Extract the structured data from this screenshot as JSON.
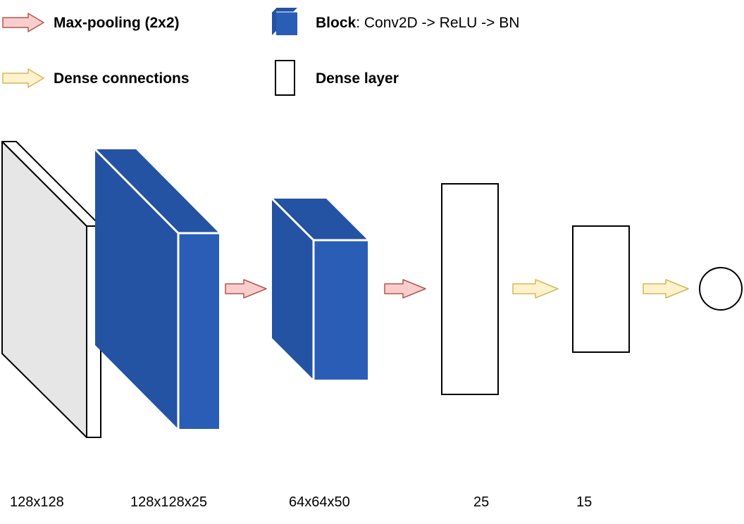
{
  "legend": {
    "maxpool": {
      "label": "Max-pooling (2x2)"
    },
    "dense_conn": {
      "label": "Dense connections"
    },
    "block": {
      "label_bold": "Block",
      "label_rest": ": Conv2D ->  ReLU -> BN"
    },
    "dense_layer": {
      "label": "Dense layer"
    }
  },
  "dimensions": {
    "input": "128x128",
    "block1": "128x128x25",
    "block2": "64x64x50",
    "dense1": "25",
    "dense2": "15"
  },
  "colors": {
    "block_front": "#2a5db5",
    "block_side": "#2453a3",
    "input_face": "#e6e6e6",
    "maxpool_fill": "#f8cecc",
    "maxpool_stroke": "#b85450",
    "dense_arrow_fill": "#fff2cc",
    "dense_arrow_stroke": "#d6b656"
  }
}
